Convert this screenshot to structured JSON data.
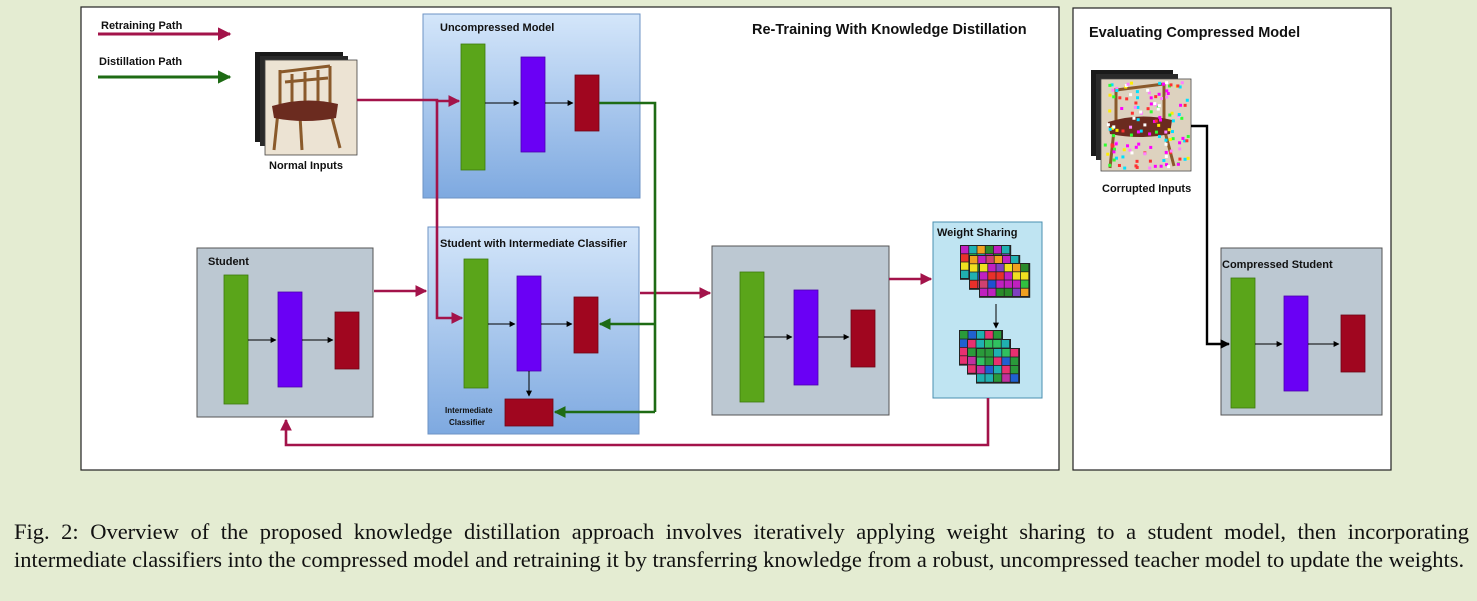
{
  "diagram": {
    "main_panel": {
      "title": "Re-Training With Knowledge Distillation"
    },
    "eval_panel": {
      "title": "Evaluating Compressed Model"
    },
    "legend": {
      "retraining": "Retraining Path",
      "distillation": "Distillation Path"
    },
    "nodes": {
      "normal_inputs": "Normal Inputs",
      "corrupted_inputs": "Corrupted Inputs",
      "uncompressed_model": "Uncompressed Model",
      "student": "Student",
      "student_ic": "Student with Intermediate Classifier",
      "intermediate_classifier_line1": "Intermediate",
      "intermediate_classifier_line2": "Classifier",
      "weight_sharing": "Weight Sharing",
      "compressed_student": "Compressed Student"
    },
    "colors": {
      "retraining": "#a3134a",
      "distillation": "#1e6b14",
      "layer_green": "#5aa51a",
      "layer_purple": "#6a00f5",
      "layer_red": "#a0061f",
      "model_blue": "#8db7e8",
      "student_gray": "#bcc8d2",
      "weight_sharing_bg": "#bfe4f2"
    },
    "icons": {
      "input_image": "chair-image-icon",
      "corrupted_image": "noisy-chair-image-icon",
      "weight_grid": "weight-matrix-grid-icon"
    }
  },
  "caption": "Fig. 2: Overview of the proposed knowledge distillation approach involves iteratively applying weight sharing to a student model, then incorporating intermediate classifiers into the compressed model and retraining it by transferring knowledge from a robust, uncompressed teacher model to update the weights."
}
